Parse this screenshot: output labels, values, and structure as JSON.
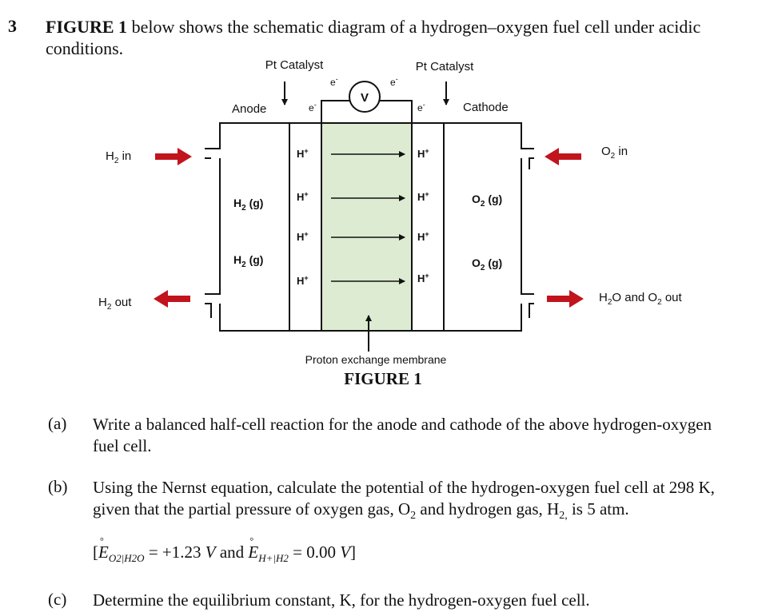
{
  "question": {
    "number": "3",
    "intro_fig_ref": "FIGURE 1",
    "intro_rest": " below shows the schematic diagram of a hydrogen–oxygen fuel cell under acidic conditions."
  },
  "figure": {
    "caption": "FIGURE 1",
    "pt_catalyst_left": "Pt Catalyst",
    "pt_catalyst_right": "Pt Catalyst",
    "anode": "Anode",
    "cathode": "Cathode",
    "voltmeter": "V",
    "electron": "e",
    "electron_charge": "-",
    "h2_in": "H",
    "h2_in_sub": "2",
    "h2_in_tail": " in",
    "h2_out": "H",
    "h2_out_sub": "2",
    "h2_out_tail": " out",
    "o2_in": "O",
    "o2_in_sub": "2",
    "o2_in_tail": " in",
    "h2o_out_a": "H",
    "h2o_out_sub1": "2",
    "h2o_out_b": "O and O",
    "h2o_out_sub2": "2",
    "h2o_out_c": " out",
    "proton": "H",
    "proton_charge": "+",
    "h2g_a": "H",
    "h2g_sub": "2",
    "h2g_tail": " (g)",
    "o2g_a": "O",
    "o2g_sub": "2",
    "o2g_tail": " (g)",
    "membrane": "Proton exchange membrane"
  },
  "parts": [
    {
      "label": "(a)",
      "text": "Write a balanced half-cell reaction for the anode and cathode of the above hydrogen-oxygen fuel cell."
    },
    {
      "label": "(b)",
      "text_a": "Using the Nernst equation, calculate the potential of the hydrogen-oxygen fuel cell at 298 K, given that the partial pressure of oxygen gas, O",
      "sub1": "2",
      "text_b": " and hydrogen gas, H",
      "sub2": "2,",
      "text_c": " is 5 atm."
    },
    {
      "label": "(c)",
      "text": "Determine the equilibrium constant, K, for the hydrogen-oxygen fuel cell."
    }
  ],
  "equation": {
    "open": "[",
    "E1": "E",
    "deg": "°",
    "sub1": "O2|H2O",
    "eq1": " = +1.23 ",
    "unit1": "V",
    "and": " and ",
    "E2": "E",
    "sub2": "H+|H2",
    "eq2": " = 0.00 ",
    "unit2": "V",
    "close": "]"
  }
}
